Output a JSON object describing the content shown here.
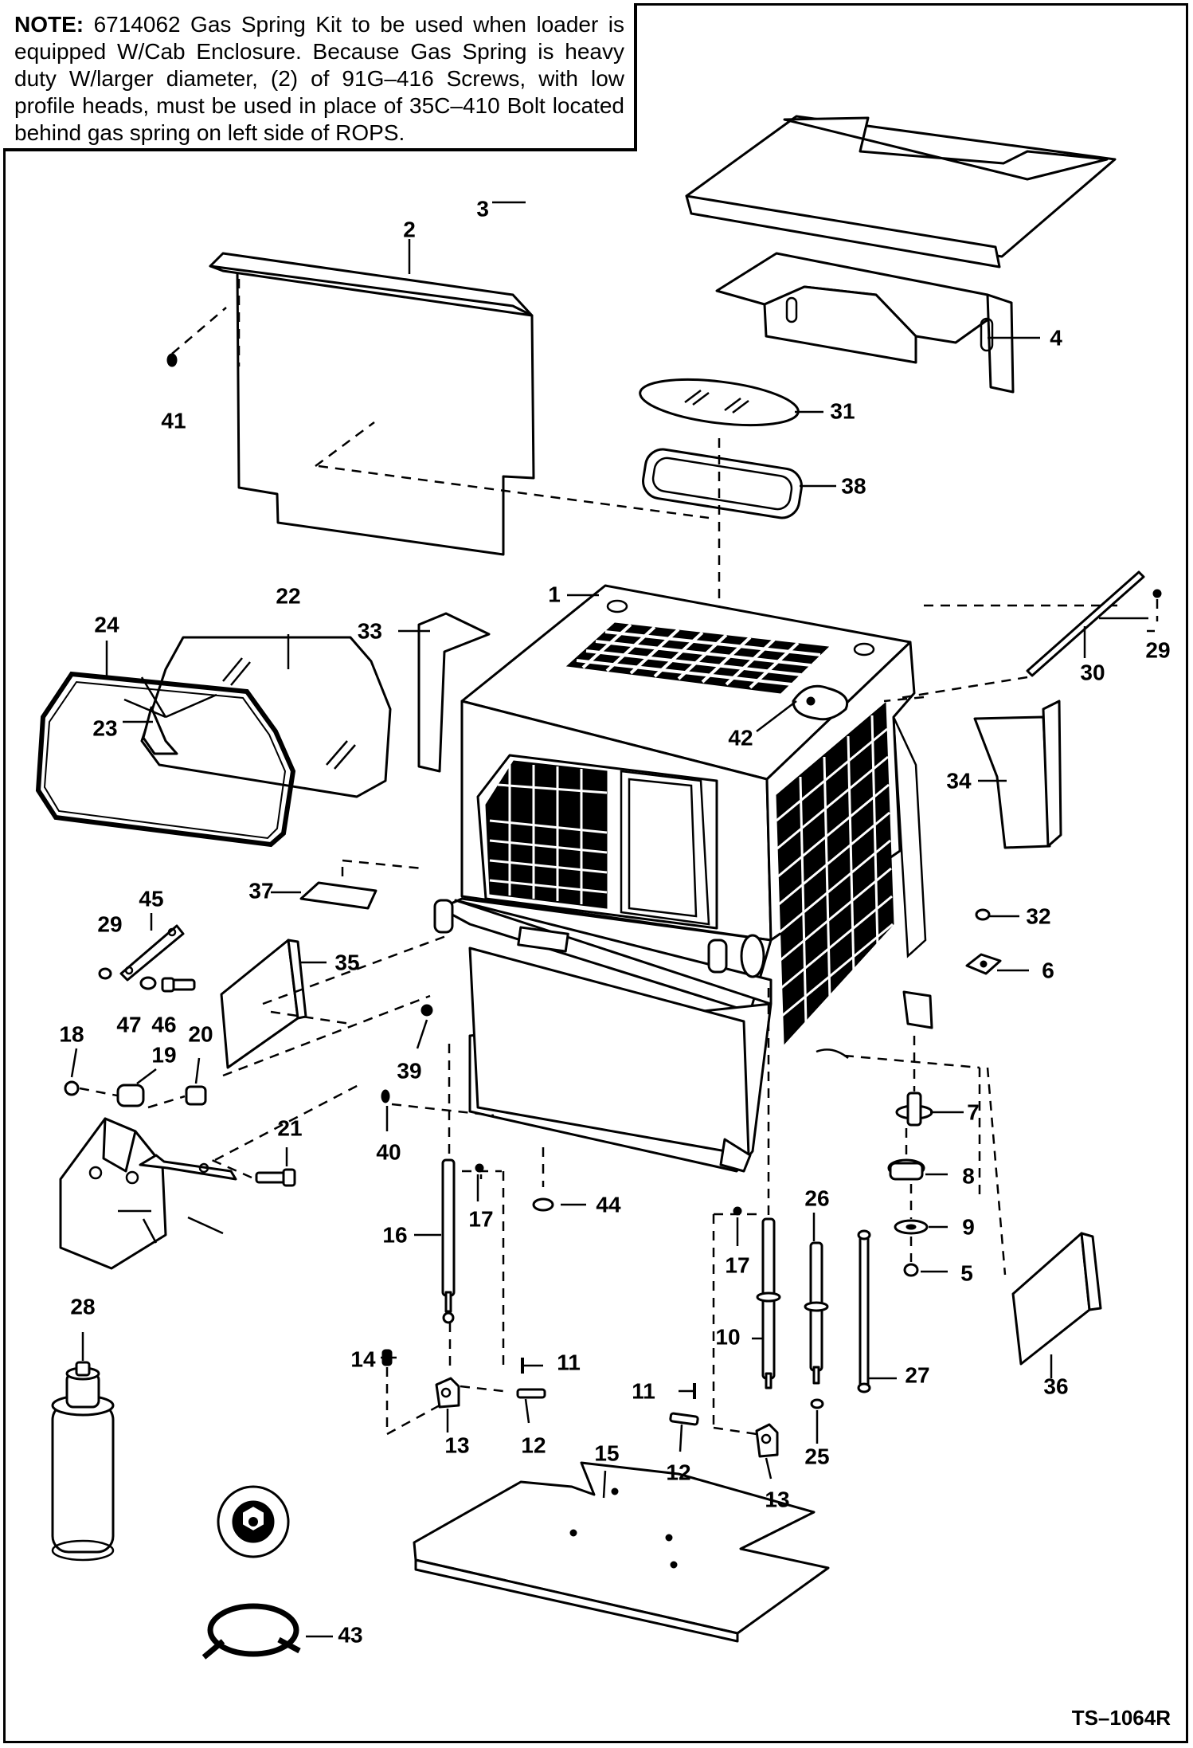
{
  "note": {
    "label": "NOTE:",
    "text": " 6714062 Gas Spring Kit to be used when loader is equipped W/Cab Enclosure. Because Gas Spring is heavy duty W/larger diameter, (2) of 91G–416 Screws, with low profile heads, must be used in place of 35C–410 Bolt located behind gas spring on left side of ROPS."
  },
  "document_id": "TS–1064R",
  "callouts": [
    "1",
    "2",
    "3",
    "4",
    "5",
    "6",
    "7",
    "8",
    "9",
    "10",
    "11",
    "11",
    "12",
    "12",
    "13",
    "13",
    "14",
    "15",
    "16",
    "17",
    "17",
    "18",
    "19",
    "20",
    "21",
    "22",
    "23",
    "24",
    "25",
    "26",
    "27",
    "28",
    "29",
    "29",
    "30",
    "31",
    "32",
    "33",
    "34",
    "35",
    "36",
    "37",
    "38",
    "39",
    "40",
    "41",
    "42",
    "43",
    "44",
    "45",
    "46",
    "47"
  ]
}
